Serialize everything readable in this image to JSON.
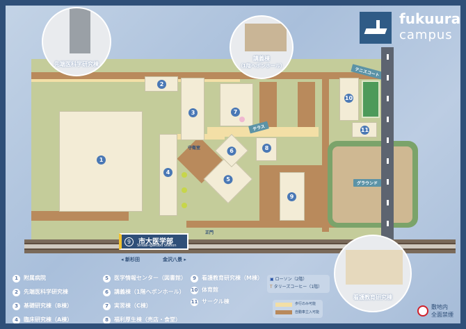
{
  "logo": {
    "line1": "fukuura",
    "line2": "campus"
  },
  "station": {
    "name": "市大医学部",
    "romaji": "Shidai-Igakubu Station",
    "number": "9",
    "left_dir": "新杉田",
    "right_dir": "金沢八景"
  },
  "bubbles": {
    "advanced": "先端医科学研究棟",
    "lecture": "講義棟",
    "lecture_sub": "（1階へボンホール）",
    "nursing": "看護教育研究棟"
  },
  "map_labels": {
    "guard": "守衛室",
    "main_gate": "正門",
    "terrace": "テラス",
    "tennis": "テニスコート",
    "ground": "グラウンド"
  },
  "buildings": [
    {
      "num": "1",
      "name": "附属病院"
    },
    {
      "num": "2",
      "name": "先端医科学研究棟"
    },
    {
      "num": "3",
      "name": "基礎研究棟（B棟）"
    },
    {
      "num": "4",
      "name": "臨床研究棟（A棟）"
    },
    {
      "num": "5",
      "name": "医学情報センター（図書館）"
    },
    {
      "num": "6",
      "name": "講義棟（1階へボンホール）"
    },
    {
      "num": "7",
      "name": "実習棟（C棟）"
    },
    {
      "num": "8",
      "name": "福利厚生棟（売店・食堂）"
    },
    {
      "num": "9",
      "name": "看護教育研究棟（M棟）"
    },
    {
      "num": "10",
      "name": "体育館"
    },
    {
      "num": "11",
      "name": "サークル棟"
    }
  ],
  "shops": [
    {
      "icon": "lawson-icon",
      "label": "ローソン（2階）"
    },
    {
      "icon": "tullys-icon",
      "label": "タリーズコーヒー（1階）"
    }
  ],
  "path_legend": [
    {
      "label": "歩行のみ可能",
      "color": "#f3dfa6"
    },
    {
      "label": "自動車立入可能",
      "color": "#b98a5c"
    }
  ],
  "no_smoking": {
    "line1": "敷地内",
    "line2": "全面禁煙"
  }
}
